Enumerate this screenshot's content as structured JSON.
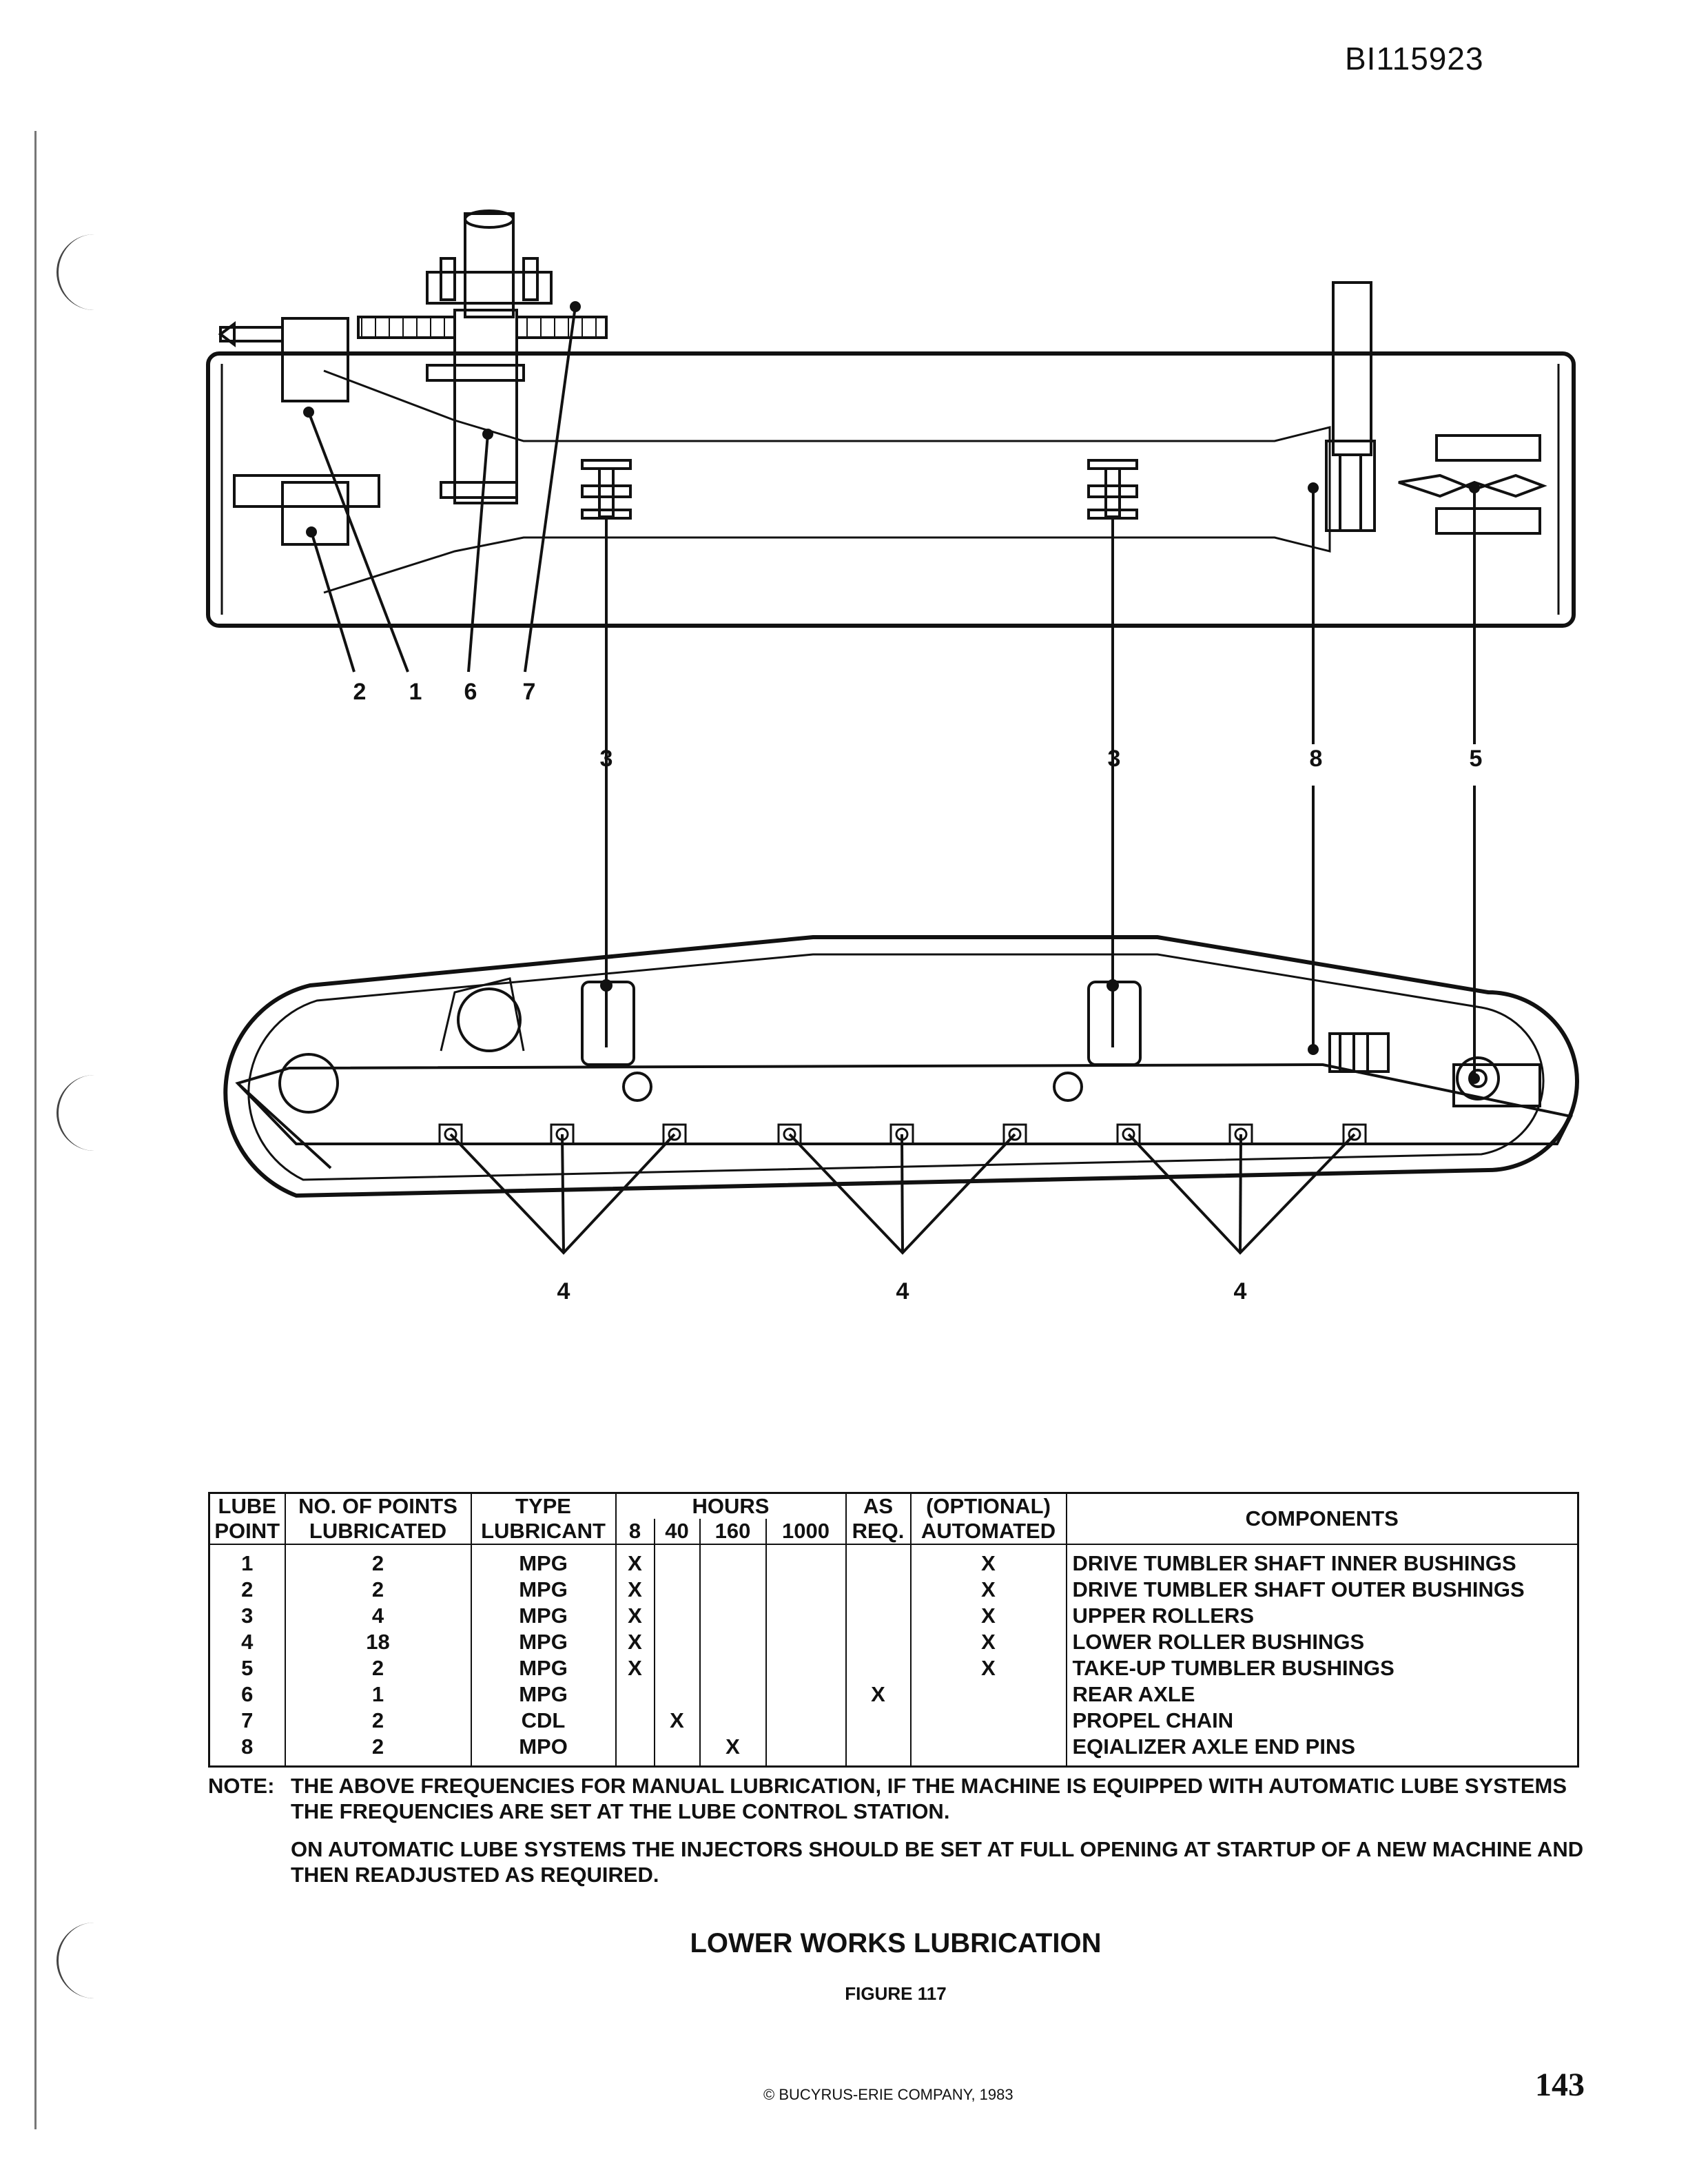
{
  "doc_id": "BI115923",
  "diagram": {
    "top_callouts": [
      "2",
      "1",
      "6",
      "7"
    ],
    "mid_callouts": [
      "3",
      "3",
      "8",
      "5"
    ],
    "bottom_callouts": [
      "4",
      "4",
      "4"
    ]
  },
  "table": {
    "headers": {
      "lube_point": [
        "LUBE",
        "POINT"
      ],
      "no_points": [
        "NO. OF POINTS",
        "LUBRICATED"
      ],
      "type": [
        "TYPE",
        "LUBRICANT"
      ],
      "hours": "HOURS",
      "hours_cols": [
        "8",
        "40",
        "160",
        "1000"
      ],
      "as_req": [
        "AS",
        "REQ."
      ],
      "automated": [
        "(OPTIONAL)",
        "AUTOMATED"
      ],
      "components": "COMPONENTS"
    },
    "rows": [
      {
        "point": "1",
        "count": "2",
        "type": "MPG",
        "h8": "X",
        "h40": "",
        "h160": "",
        "h1000": "",
        "asreq": "",
        "auto": "X",
        "component": "DRIVE TUMBLER SHAFT INNER BUSHINGS"
      },
      {
        "point": "2",
        "count": "2",
        "type": "MPG",
        "h8": "X",
        "h40": "",
        "h160": "",
        "h1000": "",
        "asreq": "",
        "auto": "X",
        "component": "DRIVE TUMBLER SHAFT OUTER BUSHINGS"
      },
      {
        "point": "3",
        "count": "4",
        "type": "MPG",
        "h8": "X",
        "h40": "",
        "h160": "",
        "h1000": "",
        "asreq": "",
        "auto": "X",
        "component": "UPPER ROLLERS"
      },
      {
        "point": "4",
        "count": "18",
        "type": "MPG",
        "h8": "X",
        "h40": "",
        "h160": "",
        "h1000": "",
        "asreq": "",
        "auto": "X",
        "component": "LOWER ROLLER BUSHINGS"
      },
      {
        "point": "5",
        "count": "2",
        "type": "MPG",
        "h8": "X",
        "h40": "",
        "h160": "",
        "h1000": "",
        "asreq": "",
        "auto": "X",
        "component": "TAKE-UP TUMBLER BUSHINGS"
      },
      {
        "point": "6",
        "count": "1",
        "type": "MPG",
        "h8": "",
        "h40": "",
        "h160": "",
        "h1000": "",
        "asreq": "X",
        "auto": "",
        "component": "REAR AXLE"
      },
      {
        "point": "7",
        "count": "2",
        "type": "CDL",
        "h8": "",
        "h40": "X",
        "h160": "",
        "h1000": "",
        "asreq": "",
        "auto": "",
        "component": "PROPEL CHAIN"
      },
      {
        "point": "8",
        "count": "2",
        "type": "MPO",
        "h8": "",
        "h40": "",
        "h160": "X",
        "h1000": "",
        "asreq": "",
        "auto": "",
        "component": "EQIALIZER AXLE END PINS"
      }
    ]
  },
  "note": {
    "label": "NOTE:",
    "para1": "THE ABOVE FREQUENCIES FOR MANUAL LUBRICATION, IF THE MACHINE IS EQUIPPED WITH AUTOMATIC LUBE SYSTEMS THE FREQUENCIES ARE SET AT THE LUBE CONTROL STATION.",
    "para2": "ON AUTOMATIC LUBE SYSTEMS THE INJECTORS SHOULD BE SET AT FULL OPENING AT STARTUP OF A NEW MACHINE AND THEN READJUSTED AS REQUIRED."
  },
  "caption": {
    "title": "LOWER WORKS LUBRICATION",
    "figure": "FIGURE 117"
  },
  "copyright": "© BUCYRUS-ERIE COMPANY, 1983",
  "page_number": "143"
}
